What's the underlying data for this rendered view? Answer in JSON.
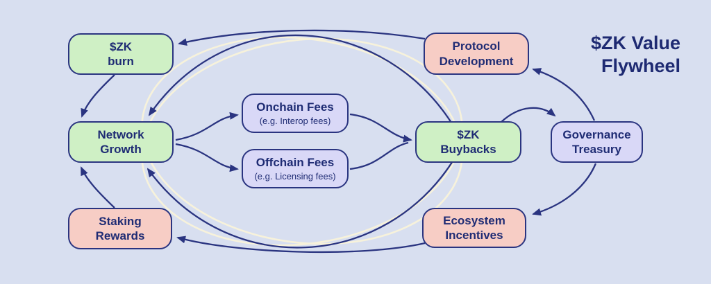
{
  "title": {
    "text": "$ZK Value\nFlywheel"
  },
  "colors": {
    "background": "#d8dff0",
    "navy_stroke": "#2a3480",
    "navy_text": "#1f2c74",
    "green_fill": "#cff0c5",
    "pink_fill": "#f7cdc5",
    "lavender_fill": "#d9d8f7",
    "cream_ring": "#f9f4da"
  },
  "nodes": {
    "zk_burn": {
      "label": "$ZK\nburn",
      "color": "green"
    },
    "protocol": {
      "label": "Protocol\nDevelopment",
      "color": "pink"
    },
    "network": {
      "label": "Network\nGrowth",
      "color": "green"
    },
    "onchain": {
      "label": "Onchain Fees",
      "sub": "(e.g. Interop fees)",
      "color": "lavender"
    },
    "offchain": {
      "label": "Offchain Fees",
      "sub": "(e.g. Licensing fees)",
      "color": "lavender"
    },
    "buybacks": {
      "label": "$ZK\nBuybacks",
      "color": "green"
    },
    "treasury": {
      "label": "Governance\nTreasury",
      "color": "lavender"
    },
    "staking": {
      "label": "Staking\nRewards",
      "color": "pink"
    },
    "ecosystem": {
      "label": "Ecosystem\nIncentives",
      "color": "pink"
    }
  },
  "edges": [
    {
      "from": "Protocol Development",
      "to": "$ZK burn"
    },
    {
      "from": "$ZK Buybacks",
      "to": "Network Growth",
      "via": "top sweep"
    },
    {
      "from": "$ZK Buybacks",
      "to": "Network Growth",
      "via": "bottom sweep"
    },
    {
      "from": "$ZK burn",
      "to": "Network Growth"
    },
    {
      "from": "Staking Rewards",
      "to": "Network Growth"
    },
    {
      "from": "Network Growth",
      "to": "Onchain Fees"
    },
    {
      "from": "Network Growth",
      "to": "Offchain Fees"
    },
    {
      "from": "Onchain Fees",
      "to": "$ZK Buybacks"
    },
    {
      "from": "Offchain Fees",
      "to": "$ZK Buybacks"
    },
    {
      "from": "$ZK Buybacks",
      "to": "Governance Treasury"
    },
    {
      "from": "Governance Treasury",
      "to": "Protocol Development"
    },
    {
      "from": "Governance Treasury",
      "to": "Ecosystem Incentives"
    },
    {
      "from": "Ecosystem Incentives",
      "to": "Staking Rewards"
    }
  ]
}
